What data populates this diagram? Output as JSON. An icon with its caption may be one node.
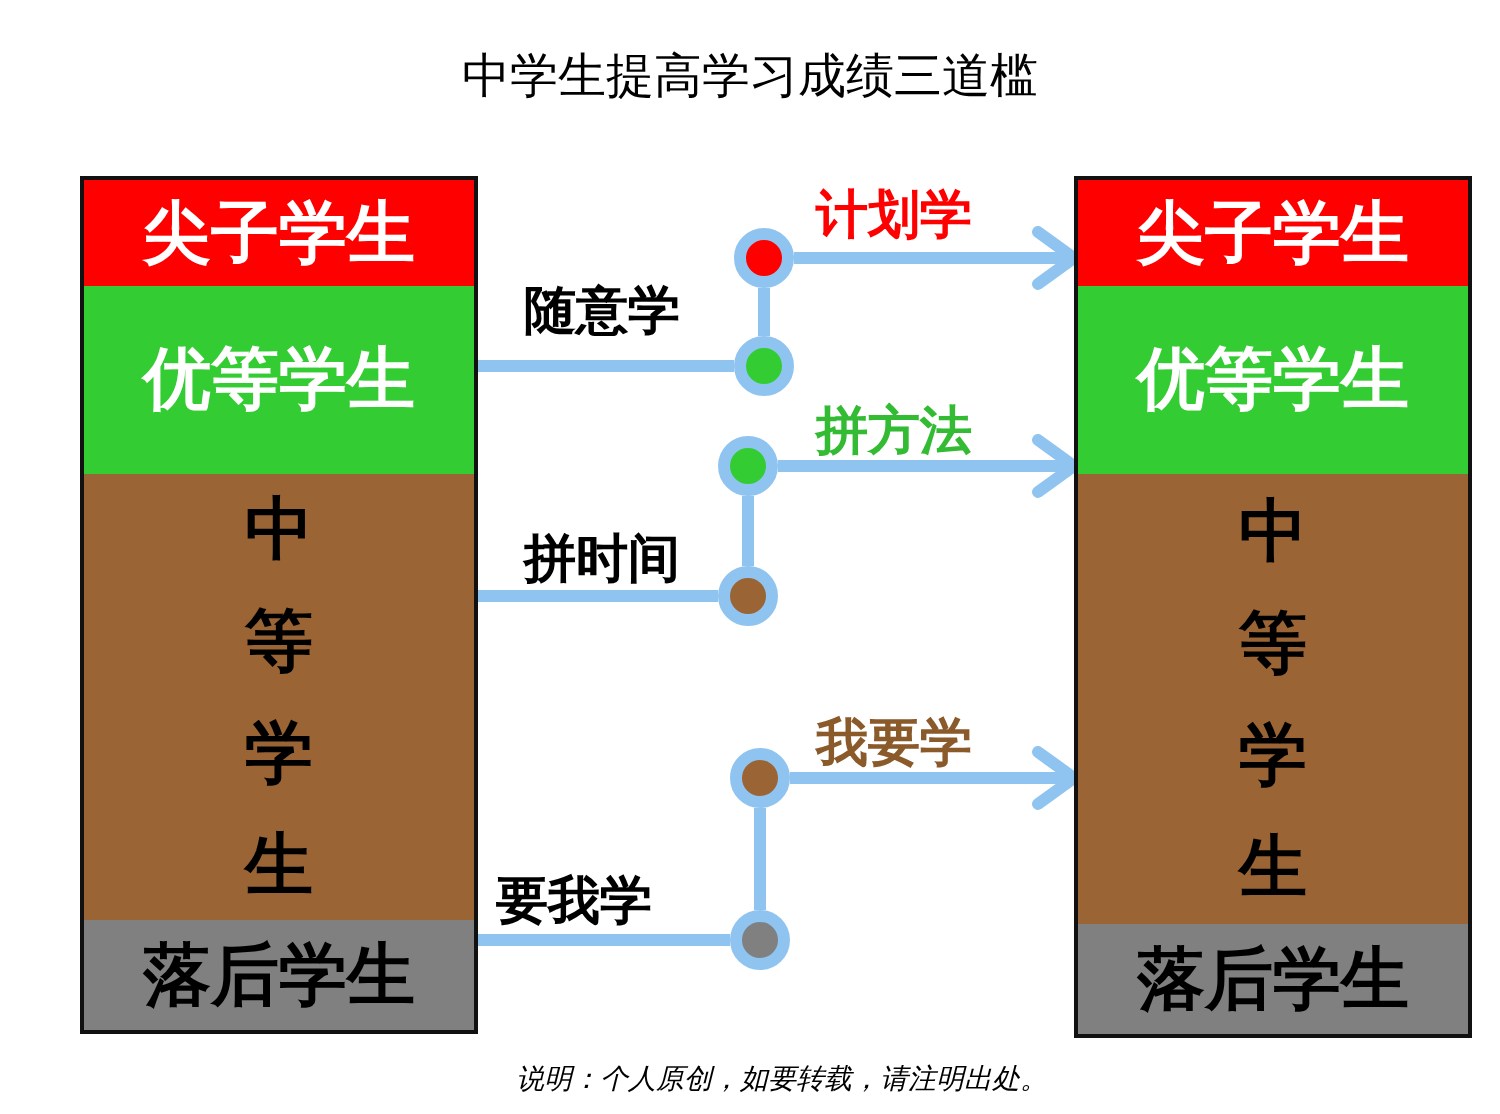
{
  "diagram": {
    "title": "中学生提高学习成绩三道槛",
    "caption": "说明：个人原创，如要转载，请注明出处。",
    "nodes": [
      {
        "text": [
          "尖子学生"
        ]
      },
      {
        "text": [
          "优等学生"
        ]
      },
      {
        "text": [
          "中等学生"
        ]
      },
      {
        "text": [
          "落后学生"
        ]
      },
      {
        "text": [
          "尖子学生"
        ]
      },
      {
        "text": [
          "优等学生"
        ]
      },
      {
        "text": [
          "中等学生"
        ]
      },
      {
        "text": [
          "落后学生"
        ]
      },
      {
        "text": [],
        "shape": "circle"
      },
      {
        "text": [],
        "shape": "circle"
      },
      {
        "text": [],
        "shape": "circle"
      },
      {
        "text": [],
        "shape": "circle"
      },
      {
        "text": [],
        "shape": "circle"
      },
      {
        "text": [],
        "shape": "circle"
      }
    ],
    "edges": [
      {
        "from": 1,
        "to": 9,
        "arrow": "none",
        "label": "随意学"
      },
      {
        "from": 9,
        "to": 8,
        "arrow": "none"
      },
      {
        "from": 8,
        "to": 4,
        "arrow": "to",
        "label": "计划学"
      },
      {
        "from": 2,
        "to": 11,
        "arrow": "none",
        "label": "拼时间"
      },
      {
        "from": 11,
        "to": 10,
        "arrow": "none"
      },
      {
        "from": 10,
        "to": 5,
        "arrow": "to",
        "label": "拼方法"
      },
      {
        "from": 3,
        "to": 13,
        "arrow": "none",
        "label": "要我学"
      },
      {
        "from": 13,
        "to": 12,
        "arrow": "none"
      },
      {
        "from": 12,
        "to": 6,
        "arrow": "to",
        "label": "我要学"
      }
    ]
  }
}
